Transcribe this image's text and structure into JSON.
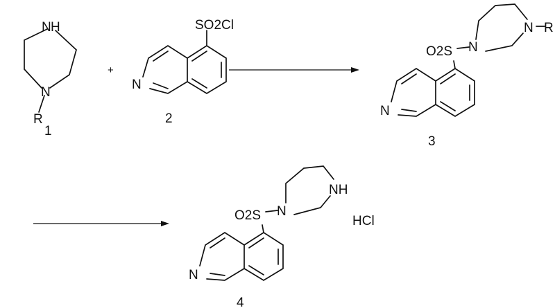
{
  "reaction_scheme": {
    "compound_1": {
      "number": "1",
      "atoms": [
        "N",
        "H",
        "N",
        "R"
      ]
    },
    "compound_2": {
      "number": "2",
      "atoms": [
        "SO2Cl",
        "N"
      ]
    },
    "compound_3": {
      "number": "3",
      "atoms": [
        "O2S",
        "N",
        "N",
        "R",
        "N"
      ]
    },
    "compound_4": {
      "number": "4",
      "atoms": [
        "O2S",
        "N",
        "NH",
        "N"
      ]
    },
    "plus_sign": "+",
    "salt_label": "HCl"
  }
}
